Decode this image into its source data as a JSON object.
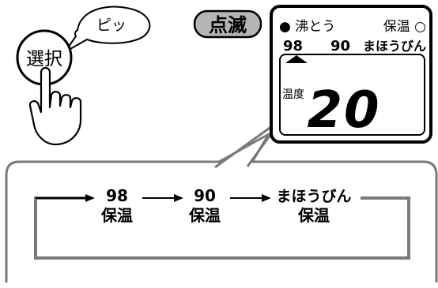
{
  "callout": {
    "text": "ピッ"
  },
  "select_button": {
    "label": "選択"
  },
  "blink_badge": {
    "label": "点滅"
  },
  "display": {
    "mode_left": "● 沸とう",
    "mode_right": "保温 ○",
    "settings": [
      "98",
      "90",
      "まほうびん"
    ],
    "temp_label": "温度",
    "temp_value": "20"
  },
  "cycle": {
    "steps": [
      {
        "top": "98",
        "bottom": "保温"
      },
      {
        "top": "90",
        "bottom": "保温"
      },
      {
        "top": "まほうびん",
        "bottom": "保温"
      }
    ]
  }
}
